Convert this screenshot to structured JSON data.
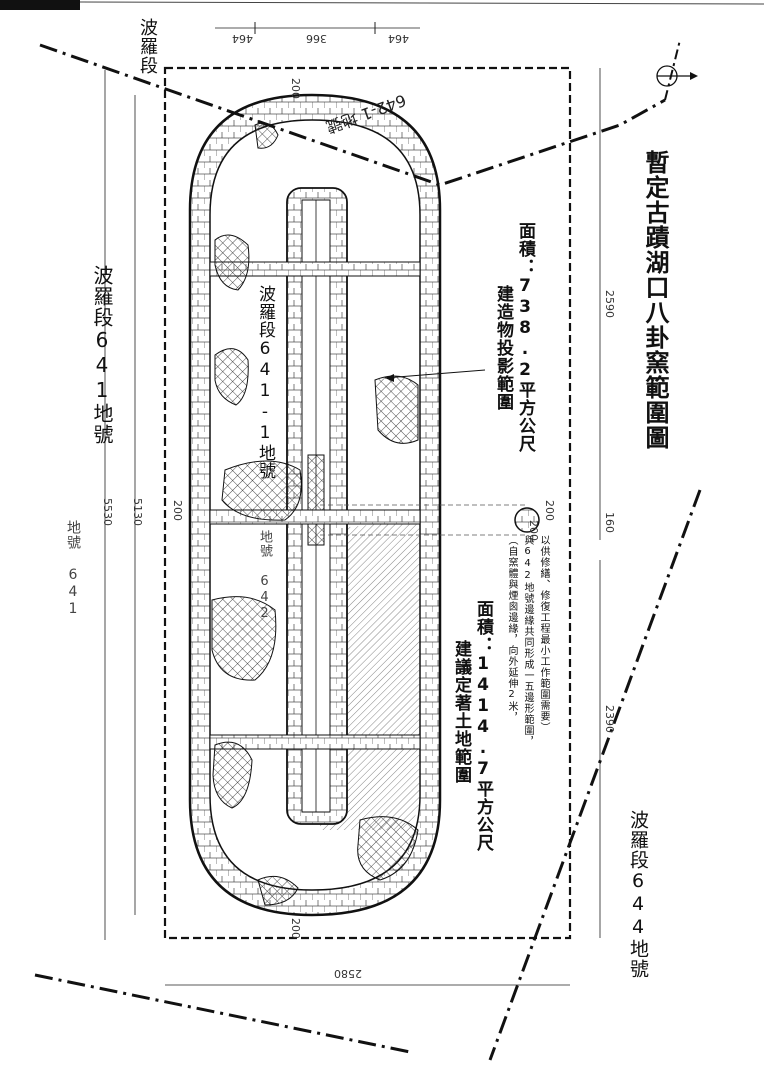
{
  "title": "暫定古蹟湖口八卦窯範圍圖",
  "parcels": {
    "p641_sec": "波羅段641地號",
    "p641_short": "地號 641",
    "p641_1": "波羅段641-1地號",
    "p642": "地號 642",
    "p642_1": "642-1 地號",
    "p644": "波羅段644地號",
    "boluo": "波羅段"
  },
  "building_footprint": {
    "label": "建造物投影範圍",
    "area": "面積：738.2平方公尺"
  },
  "proposed_land": {
    "label": "建議定著土地範圍",
    "area": "面積：1414.7平方公尺",
    "note_line1": "（自窯體與煙囪邊緣，向外延伸2米，",
    "note_line2": "與642地號邊緣共同形成一五邊形範圍，",
    "note_line3": "以供修繕、修復工程最小工作範圍需要）"
  },
  "dimensions": {
    "d5530": "5530",
    "d5130": "5130",
    "d2590": "2590",
    "d2580": "2580",
    "d200a": "200",
    "d200b": "200",
    "d200c": "200",
    "d200d": "200",
    "d200e": "200",
    "d160": "160",
    "d464a": "464",
    "d366": "366",
    "d464b": "464",
    "d2390": "2390"
  },
  "colors": {
    "line": "#111111",
    "hatch": "#333333",
    "paper": "#ffffff"
  }
}
